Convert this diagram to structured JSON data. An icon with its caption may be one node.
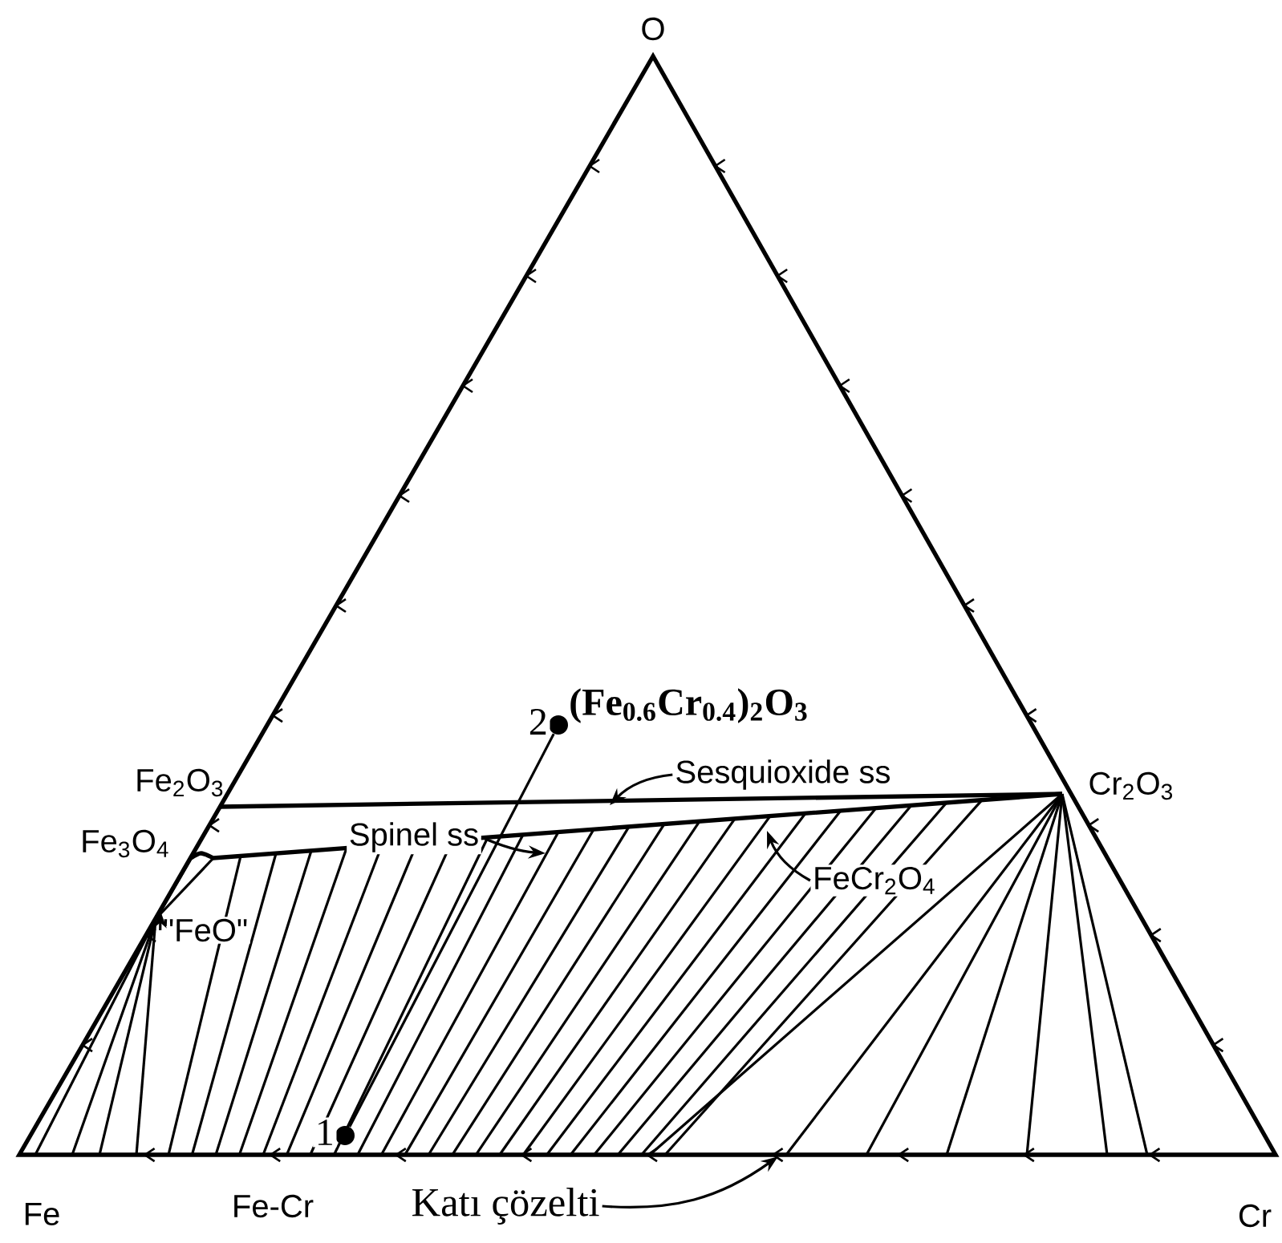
{
  "diagram": {
    "nodes": [
      {
        "text": [
          "Sesquioxide ss"
        ]
      },
      {
        "text": [
          "Spinel ss"
        ]
      },
      {
        "text": [
          "FeCr$_{2}$O$_{4}$"
        ]
      },
      {
        "text": [
          "Katı çözelti"
        ]
      },
      {
        "text": [
          "\"FeO\""
        ]
      },
      {
        "text": [],
        "shape": "circle",
        "beside": [
          "2",
          "(Fe$_{0.6}$Cr$_{0.4}$)$_{2}$O$_{3}$"
        ]
      },
      {
        "text": [],
        "shape": "circle",
        "beside": [
          "1"
        ]
      }
    ],
    "edges": [
      {
        "from": 0,
        "to": null,
        "arrow": "to"
      },
      {
        "from": 1,
        "to": null,
        "arrow": "to"
      },
      {
        "from": 2,
        "to": null,
        "arrow": "to"
      },
      {
        "from": 3,
        "to": null,
        "arrow": "to"
      },
      {
        "from": 4,
        "to": null,
        "arrow": "to"
      },
      {
        "from": 5,
        "to": 6,
        "arrow": "none"
      }
    ],
    "labels": [
      "O",
      "Fe$_{2}$O$_{3}$",
      "Cr$_{2}$O$_{3}$",
      "Fe$_{3}$O$_{4}$",
      "Fe",
      "Fe-Cr",
      "Cr"
    ]
  }
}
